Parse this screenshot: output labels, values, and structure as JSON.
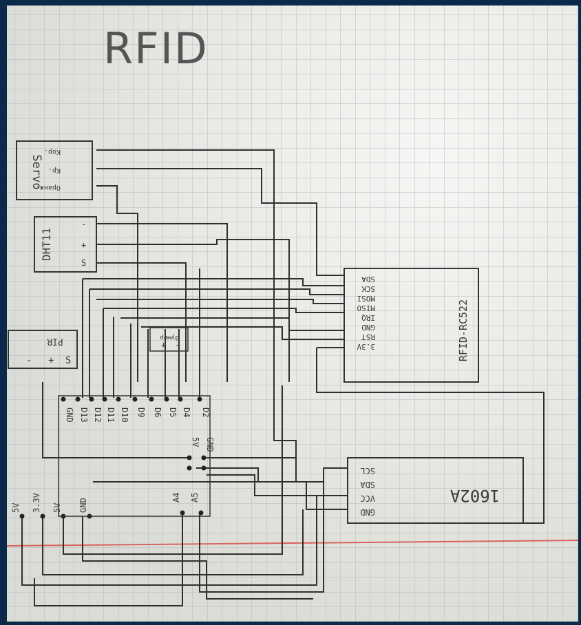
{
  "title": "RFID",
  "servo": {
    "name": "Servo",
    "pins": [
      "Кор.",
      "Кр.",
      "Оранж."
    ]
  },
  "dht": {
    "name": "DHT11",
    "pins": [
      "S",
      "+",
      "-"
    ]
  },
  "pir": {
    "name": "PIR",
    "pins": [
      "S",
      "+",
      "-"
    ]
  },
  "buzzer": {
    "name": "Зумер",
    "pins": [
      "+",
      "-"
    ]
  },
  "rfid": {
    "name": "RFID-RC522",
    "pins": [
      "SDA",
      "SCK",
      "MOSI",
      "MISO",
      "IRQ",
      "GND",
      "RST",
      "3.3V"
    ]
  },
  "lcd": {
    "name": "1602A",
    "pins": [
      "SCL",
      "SDA",
      "VCC",
      "GND"
    ]
  },
  "arduino": {
    "top_pins": [
      "GND",
      "D13",
      "D12",
      "D11",
      "D10",
      "D9",
      "D6",
      "D5",
      "D4",
      "D2"
    ],
    "mid_pins": [
      "5V",
      "GND"
    ],
    "left_pins": [
      "5V",
      "3.3V",
      "5V",
      "GND"
    ],
    "analog_pins": [
      "A4",
      "A5"
    ]
  }
}
